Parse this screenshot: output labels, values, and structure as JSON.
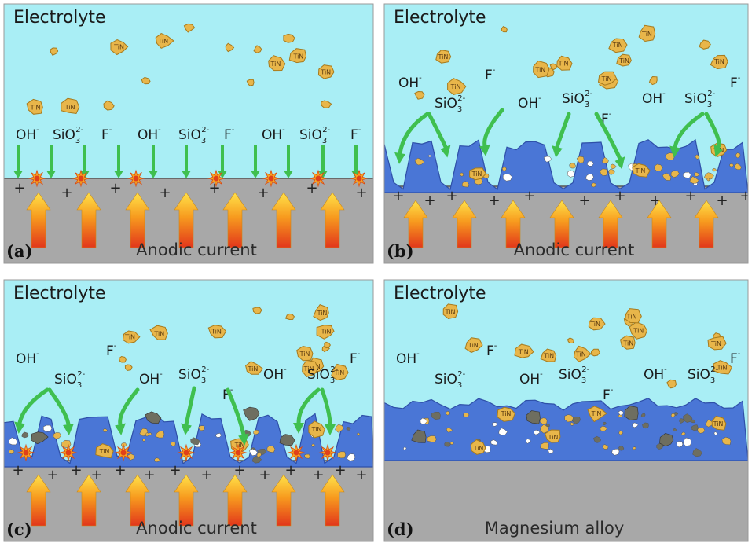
{
  "colors": {
    "electrolyte": "#a9eef5",
    "substrate": "#a8a8a8",
    "coating": "#4a76d6",
    "coating_edge": "#2e4fa8",
    "particle": "#e8b64a",
    "particle_edge": "#a77a1c",
    "gray_particle": "#6e6e60",
    "green_arrow": "#3fbf4f",
    "spark_outer": "#f5a623",
    "spark_inner": "#e0401a"
  },
  "panels": [
    {
      "id": "a",
      "title": "Electrolyte",
      "letter": "(a)",
      "bottom_label": "Anodic current",
      "ions": [
        {
          "base": "OH",
          "sup": "-",
          "sub": ""
        },
        {
          "base": "SiO",
          "sup": "2-",
          "sub": "3"
        },
        {
          "base": "F",
          "sup": "-",
          "sub": ""
        },
        {
          "base": "OH",
          "sup": "-",
          "sub": ""
        },
        {
          "base": "SiO",
          "sup": "2-",
          "sub": "3"
        },
        {
          "base": "F",
          "sup": "-",
          "sub": ""
        },
        {
          "base": "OH",
          "sup": "-",
          "sub": ""
        },
        {
          "base": "SiO",
          "sup": "2-",
          "sub": "3"
        },
        {
          "base": "F",
          "sup": "-",
          "sub": ""
        }
      ],
      "particle_label": "TiN",
      "plus_sign": "+"
    },
    {
      "id": "b",
      "title": "Electrolyte",
      "letter": "(b)",
      "bottom_label": "Anodic current",
      "ions": [
        {
          "base": "OH",
          "sup": "-",
          "sub": ""
        },
        {
          "base": "SiO",
          "sup": "2-",
          "sub": "3"
        },
        {
          "base": "F",
          "sup": "-",
          "sub": ""
        },
        {
          "base": "OH",
          "sup": "-",
          "sub": ""
        },
        {
          "base": "SiO",
          "sup": "2-",
          "sub": "3"
        },
        {
          "base": "F",
          "sup": "-",
          "sub": ""
        },
        {
          "base": "OH",
          "sup": "-",
          "sub": ""
        },
        {
          "base": "SiO",
          "sup": "2-",
          "sub": "3"
        },
        {
          "base": "F",
          "sup": "-",
          "sub": ""
        }
      ],
      "particle_label": "TiN",
      "plus_sign": "+"
    },
    {
      "id": "c",
      "title": "Electrolyte",
      "letter": "(c)",
      "bottom_label": "Anodic current",
      "ions": [
        {
          "base": "OH",
          "sup": "-",
          "sub": ""
        },
        {
          "base": "F",
          "sup": "-",
          "sub": ""
        },
        {
          "base": "SiO",
          "sup": "2-",
          "sub": "3"
        },
        {
          "base": "OH",
          "sup": "-",
          "sub": ""
        },
        {
          "base": "SiO",
          "sup": "2-",
          "sub": "3"
        },
        {
          "base": "F",
          "sup": "-",
          "sub": ""
        },
        {
          "base": "OH",
          "sup": "-",
          "sub": ""
        },
        {
          "base": "SiO",
          "sup": "2-",
          "sub": "3"
        },
        {
          "base": "F",
          "sup": "-",
          "sub": ""
        }
      ],
      "particle_label": "TiN",
      "plus_sign": "+"
    },
    {
      "id": "d",
      "title": "Electrolyte",
      "letter": "(d)",
      "bottom_label": "Magnesium alloy",
      "ions": [
        {
          "base": "OH",
          "sup": "-",
          "sub": ""
        },
        {
          "base": "F",
          "sup": "-",
          "sub": ""
        },
        {
          "base": "SiO",
          "sup": "2-",
          "sub": "3"
        },
        {
          "base": "OH",
          "sup": "-",
          "sub": ""
        },
        {
          "base": "SiO",
          "sup": "2-",
          "sub": "3"
        },
        {
          "base": "F",
          "sup": "-",
          "sub": ""
        },
        {
          "base": "OH",
          "sup": "-",
          "sub": ""
        },
        {
          "base": "SiO",
          "sup": "2-",
          "sub": "3"
        },
        {
          "base": "F",
          "sup": "-",
          "sub": ""
        }
      ],
      "particle_label": "TiN",
      "plus_sign": ""
    }
  ]
}
